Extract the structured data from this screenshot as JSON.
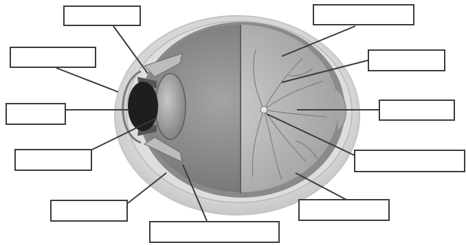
{
  "diagram": {
    "labels": [
      {
        "id": "label-1",
        "text": ""
      },
      {
        "id": "label-2",
        "text": ""
      },
      {
        "id": "label-3",
        "text": ""
      },
      {
        "id": "label-4",
        "text": ""
      },
      {
        "id": "label-5",
        "text": ""
      },
      {
        "id": "label-6",
        "text": ""
      },
      {
        "id": "label-7",
        "text": ""
      },
      {
        "id": "label-8",
        "text": ""
      },
      {
        "id": "label-9",
        "text": ""
      },
      {
        "id": "label-10",
        "text": ""
      },
      {
        "id": "label-11",
        "text": ""
      }
    ],
    "colors": {
      "line": "#3a3a3a",
      "sclera": "#d9d9d9",
      "vitreous": "#8c8c8c",
      "retina": "#b3b3b3",
      "lens": "#9a9a9a",
      "pupil": "#1e1e1e"
    }
  }
}
